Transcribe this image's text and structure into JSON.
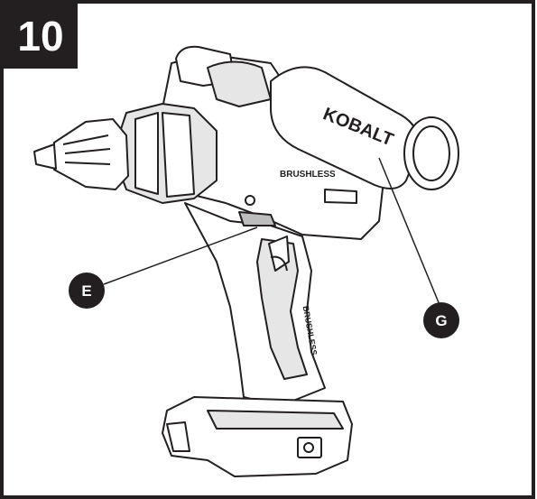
{
  "figure": {
    "step_number": "10",
    "brand_handle": "KOBALT",
    "brand_body": "BRUSHLESS",
    "brand_grip": "BRUSHLESS"
  },
  "callouts": [
    {
      "letter": "E"
    },
    {
      "letter": "G"
    }
  ],
  "colors": {
    "ink": "#231f20",
    "paper": "#ffffff",
    "light_gray": "#e6e6e6",
    "mid_gray": "#bdbdbd"
  }
}
